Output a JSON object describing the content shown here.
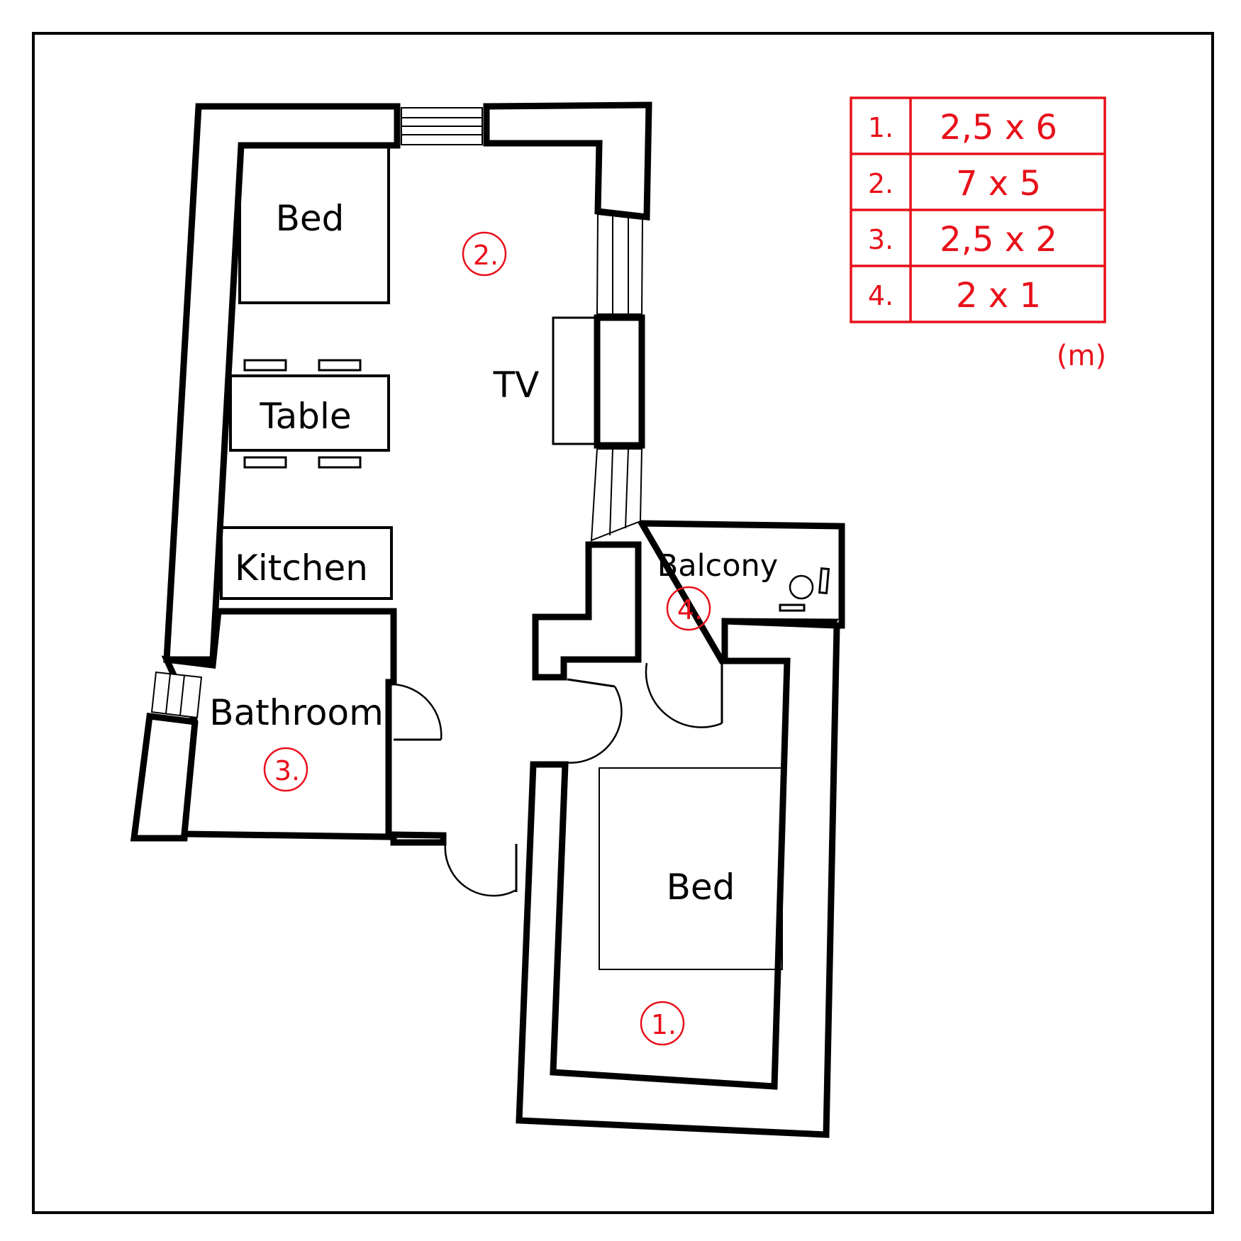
{
  "rooms": {
    "bed_top": "Bed",
    "table": "Table",
    "tv": "TV",
    "kitchen": "Kitchen",
    "bathroom": "Bathroom",
    "balcony": "Balcony",
    "bed_bottom": "Bed"
  },
  "room_numbers": {
    "living": "2.",
    "bathroom": "3.",
    "balcony": "4.",
    "bedroom": "1."
  },
  "dimensions_table": {
    "rows": [
      {
        "num": "1.",
        "size": "2,5 x 6"
      },
      {
        "num": "2.",
        "size": "7 x 5"
      },
      {
        "num": "3.",
        "size": "2,5 x 2"
      },
      {
        "num": "4.",
        "size": "2 x 1"
      }
    ],
    "unit": "(m)"
  },
  "colors": {
    "annotation": "#e8101a",
    "wall": "#000000"
  }
}
